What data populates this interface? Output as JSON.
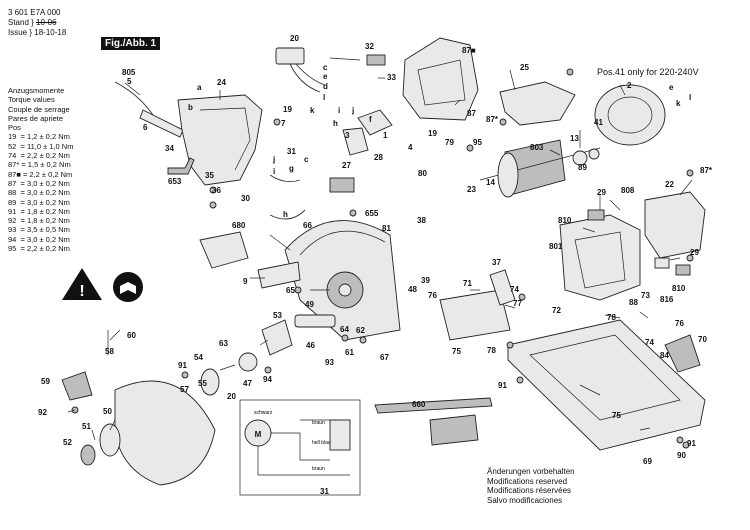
{
  "header": {
    "doc_number": "3 601 E7A 000",
    "stand_label": "Stand",
    "issue_label": "Issue",
    "stand_value": "10-06",
    "issue_value": "18-10-18",
    "figure_title": "Fig./Abb. 1"
  },
  "torque": {
    "title_lines": [
      "Anzugsmomente",
      "Torque values",
      "Couple de serrage",
      "Pares de apriete",
      "Pos"
    ],
    "rows": [
      "19  = 1,2 ± 0,2 Nm",
      "52  = 11,0 ± 1,0 Nm",
      "74  = 2,2 ± 0,2 Nm",
      "87* = 1,5 ± 0,2 Nm",
      "87■ = 2,2 ± 0,2 Nm",
      "87  = 3,0 ± 0,2 Nm",
      "88  = 3,0 ± 0,2 Nm",
      "89  = 3,0 ± 0,2 Nm",
      "91  = 1,8 ± 0,2 Nm",
      "92  = 1,8 ± 0,2 Nm",
      "93  = 3,5 ± 0,5 Nm",
      "94  = 3,0 ± 0,2 Nm",
      "95  = 2,2 ± 0,2 Nm"
    ]
  },
  "pos_note": "Pos.41 only for 220-240V",
  "footer_lines": [
    "Änderungen vorbehalten",
    "Modifications reserved",
    "Modifications réservées",
    "Salvo modificaciones"
  ],
  "parts": {
    "p20": "20",
    "p32": "32",
    "p33": "33",
    "p87sq_top": "87■",
    "p805": "805",
    "p5": "5",
    "p24": "24",
    "pa1": "a",
    "pb1": "b",
    "pc1": "c",
    "pd1": "d",
    "pe1": "e",
    "pl1": "l",
    "pk1": "k",
    "p6": "6",
    "p19a": "19",
    "p7": "7",
    "pi1": "i",
    "pj1": "j",
    "pf1": "f",
    "ph1": "h",
    "p1": "1",
    "p2": "2",
    "p3": "3",
    "p4": "4",
    "p19b": "19",
    "p87a": "87",
    "p25": "25",
    "p87star_a": "87*",
    "p13": "13",
    "p41": "41",
    "pe2": "e",
    "pk2": "k",
    "pl2": "l",
    "p34": "34",
    "p653": "653",
    "p35": "35",
    "p36": "36",
    "p30": "30",
    "p31": "31",
    "pj2": "j",
    "pc2": "c",
    "pg": "g",
    "pi2": "i",
    "p27": "27",
    "p28": "28",
    "p79": "79",
    "p95": "95",
    "p803": "803",
    "p14": "14",
    "p89": "89",
    "p87star_b": "87*",
    "p22": "22",
    "p808": "808",
    "p29a": "29",
    "p810a": "810",
    "p80": "80",
    "p23": "23",
    "p655": "655",
    "p66": "66",
    "ph2": "h",
    "p680": "680",
    "p81": "81",
    "p38": "38",
    "p801": "801",
    "p29b": "29",
    "p9": "9",
    "p37": "37",
    "p39": "39",
    "p48": "48",
    "p76a": "76",
    "p71": "71",
    "p65": "65",
    "p49": "49",
    "p88": "88",
    "p73": "73",
    "p816": "816",
    "p810b": "810",
    "p74a": "74",
    "p77": "77",
    "p53": "53",
    "p64": "64",
    "p62": "62",
    "p72": "72",
    "p78a": "78",
    "p76b": "76",
    "p60": "60",
    "p46": "46",
    "p63": "63",
    "p61": "61",
    "p93": "93",
    "p67": "67",
    "p75a": "75",
    "p78b": "78",
    "p74b": "74",
    "p70": "70",
    "p84": "84",
    "p58": "58",
    "p54": "54",
    "p91a": "91",
    "p47": "47",
    "p94": "94",
    "p59": "59",
    "p55": "55",
    "p57": "57",
    "p20b": "20",
    "p91b": "91",
    "p92": "92",
    "p50": "50",
    "p660": "660",
    "p75b": "75",
    "p51": "51",
    "p52": "52",
    "p91c": "91",
    "p90": "90",
    "p69": "69",
    "p31b": "31"
  },
  "schematic": {
    "wire_label_1": "schwarz",
    "wire_label_2": "braun",
    "wire_label_3": "hell blau",
    "wire_label_4": "braun",
    "motor_symbol": "M"
  }
}
